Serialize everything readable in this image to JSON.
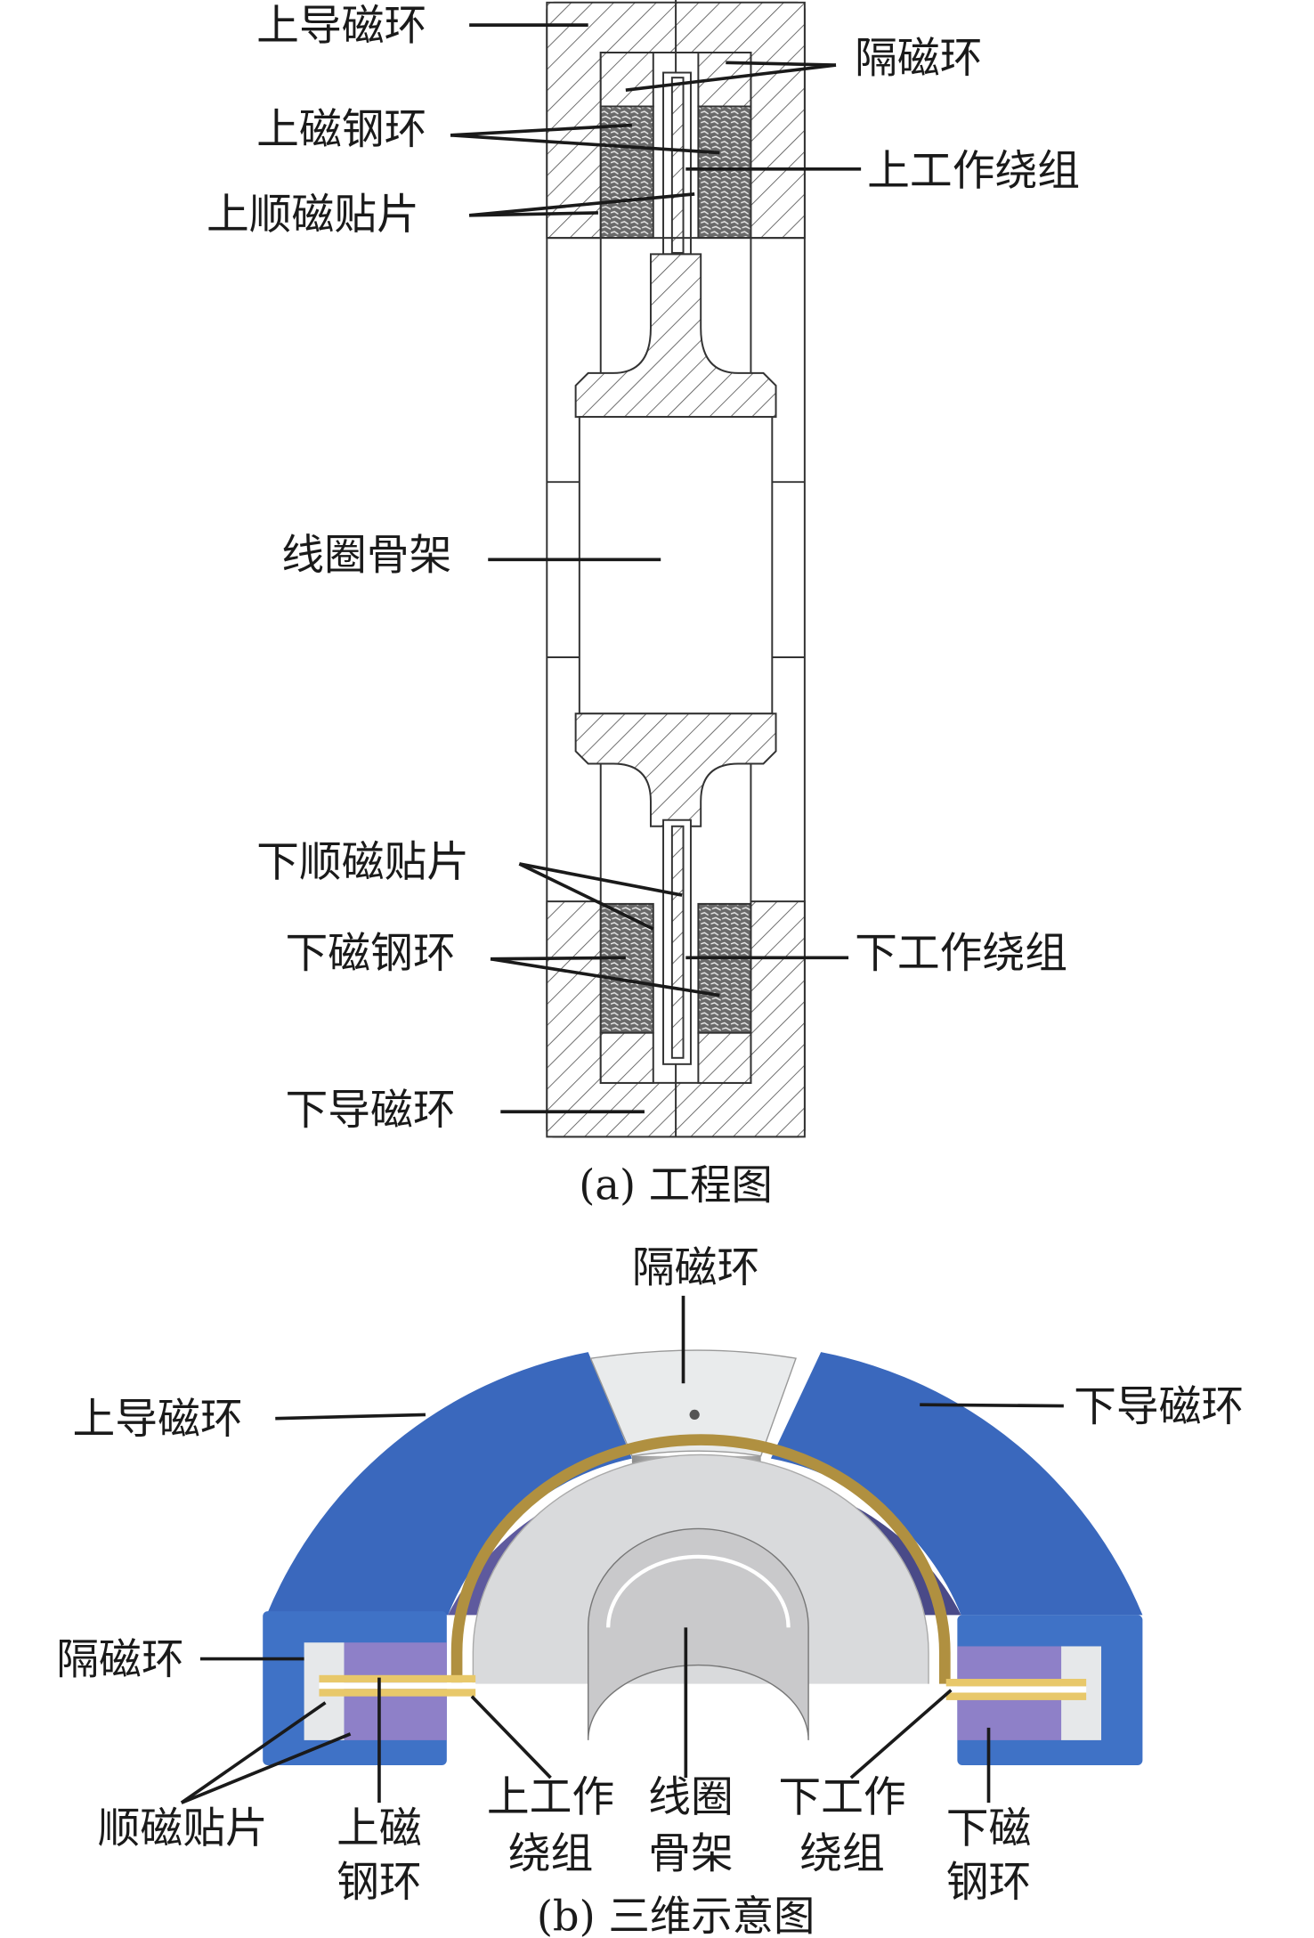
{
  "part_a": {
    "caption": "(a) 工程图",
    "labels": {
      "upper_guide_ring": "上导磁环",
      "isolation_ring": "隔磁环",
      "upper_magnet_ring": "上磁钢环",
      "upper_working_winding": "上工作绕组",
      "upper_paramagnetic_patch": "上顺磁贴片",
      "coil_former": "线圈骨架",
      "lower_paramagnetic_patch": "下顺磁贴片",
      "lower_magnet_ring": "下磁钢环",
      "lower_working_winding": "下工作绕组",
      "lower_guide_ring": "下导磁环"
    }
  },
  "part_b": {
    "caption": "(b) 三维示意图",
    "labels": {
      "isolation_ring_top": "隔磁环",
      "upper_guide_ring": "上导磁环",
      "lower_guide_ring": "下导磁环",
      "isolation_ring_left": "隔磁环",
      "paramagnetic_patch": "顺磁贴片",
      "upper_magnet_l1": "上磁",
      "upper_magnet_l2": "钢环",
      "upper_winding_l1": "上工作",
      "upper_winding_l2": "绕组",
      "coil_former_l1": "线圈",
      "coil_former_l2": "骨架",
      "lower_winding_l1": "下工作",
      "lower_winding_l2": "绕组",
      "lower_magnet_l1": "下磁",
      "lower_magnet_l2": "钢环"
    }
  },
  "colors": {
    "guide_ring_blue": "#3a68bd",
    "magnet_purple": "#8e80c8",
    "winding_gold": "#e8c86a",
    "isolation_gray": "#e6e8ea"
  }
}
